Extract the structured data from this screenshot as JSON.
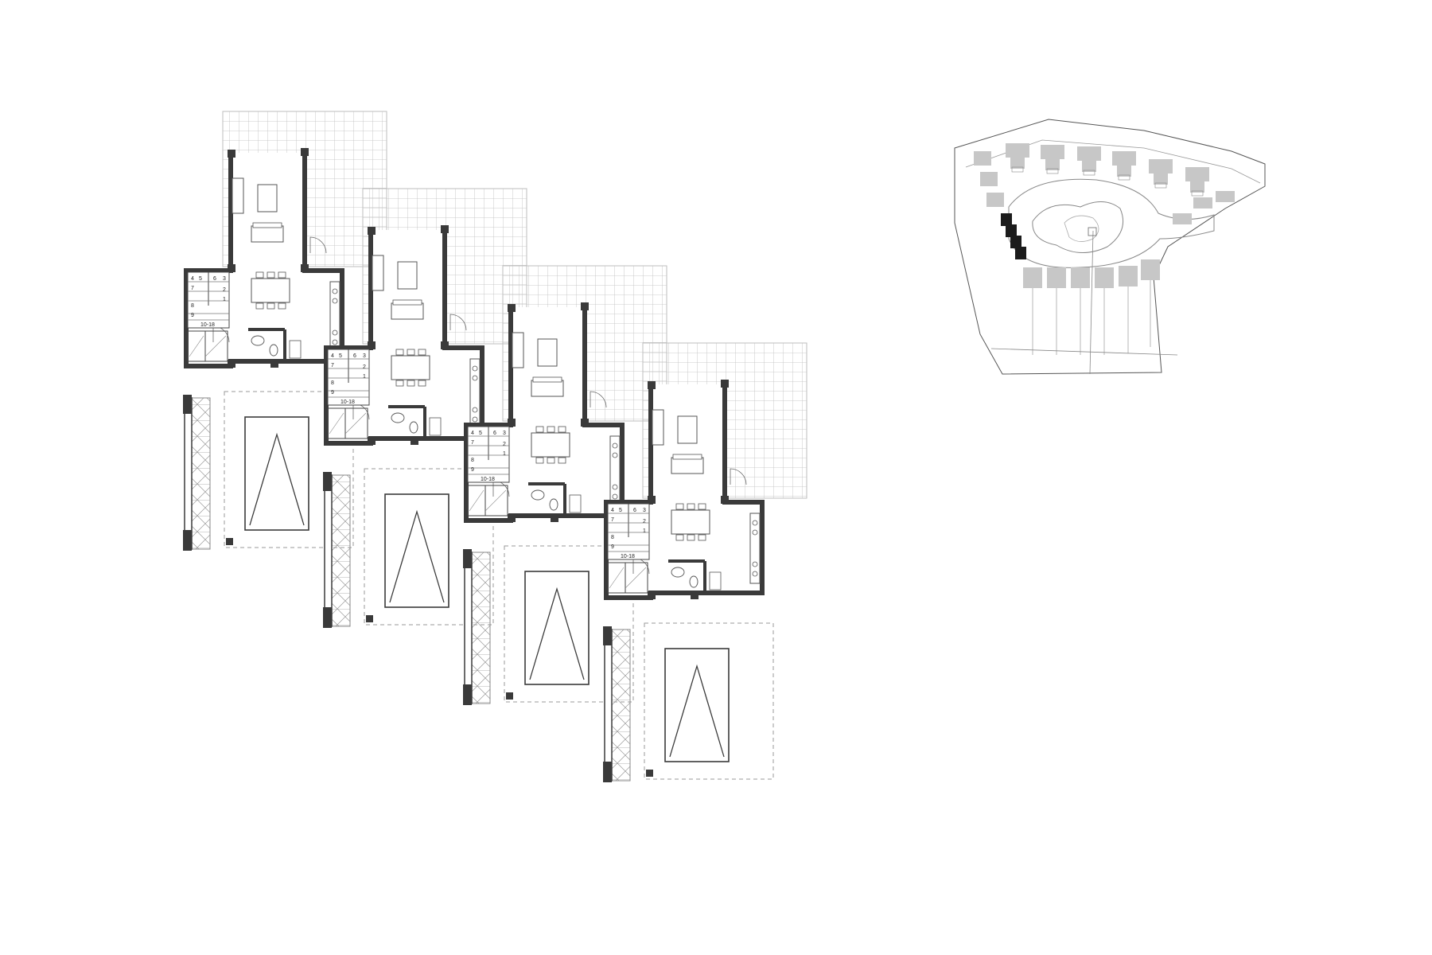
{
  "drawing": {
    "colors": {
      "wall": "#3a3a3a",
      "line": "#444444",
      "grid": "#bdbdbd",
      "site_building": "#c7c7c7",
      "site_highlight": "#1b1b1b",
      "background": "#ffffff"
    },
    "units": [
      {
        "id": "unit-1",
        "stair_labels": [
          "4",
          "5",
          "6",
          "3",
          "7",
          "2",
          "8",
          "1",
          "9",
          "10-18"
        ]
      },
      {
        "id": "unit-2",
        "stair_labels": [
          "4",
          "5",
          "6",
          "3",
          "7",
          "2",
          "8",
          "1",
          "9",
          "10-18"
        ]
      },
      {
        "id": "unit-3",
        "stair_labels": [
          "4",
          "5",
          "6",
          "3",
          "7",
          "2",
          "8",
          "1",
          "9",
          "10-18"
        ]
      },
      {
        "id": "unit-4",
        "stair_labels": [
          "4",
          "5",
          "6",
          "3",
          "7",
          "2",
          "8",
          "1",
          "9",
          "10-18"
        ]
      }
    ],
    "site_plan": {
      "highlighted_block_count": 4
    }
  }
}
